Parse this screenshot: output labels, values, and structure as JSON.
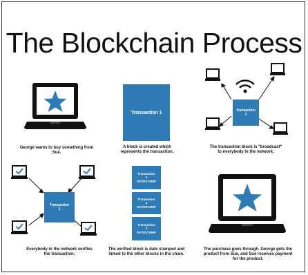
{
  "title": "The Blockchain Process",
  "colors": {
    "accent": "#2f7bb6",
    "ink": "#111111",
    "screen_check": "#2f7bb6"
  },
  "steps": [
    {
      "caption": "George wants to buy something from Sue."
    },
    {
      "caption": "A block is created which represents the transaction.",
      "block_label": "Transaction 1"
    },
    {
      "caption": "The transaction block is \"broadcast\" to everybody in the network.",
      "block_line1": "Transaction",
      "block_line2": "1"
    },
    {
      "caption": "Everybody in the network verifies the transaction.",
      "block_line1": "Transaction",
      "block_line2": "1"
    },
    {
      "caption": "The verified block is date stamped and linked to the other blocks in the chain.",
      "chain": [
        {
          "line1": "Transaction",
          "line2": "1",
          "line3": "DATESTAMP"
        },
        {
          "line1": "Transaction",
          "line2": "2",
          "line3": "DATESTAMP"
        },
        {
          "line1": "Transaction",
          "line2": "3",
          "line3": "DATESTAMP"
        }
      ]
    },
    {
      "caption": "The purchase goes through.  George gets the product from Sue, and Sue receives payment for the product."
    }
  ]
}
